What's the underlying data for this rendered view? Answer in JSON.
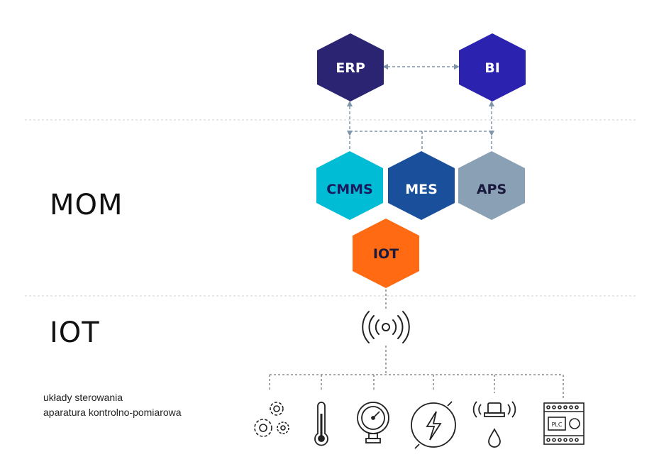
{
  "layers": {
    "mom_label": "MOM",
    "iot_label": "IOT",
    "caption_line1": "układy sterowania",
    "caption_line2": "aparatura kontrolno-pomiarowa"
  },
  "nodes": {
    "erp": {
      "label": "ERP",
      "color": "#2b2472",
      "text_color": "#ffffff"
    },
    "bi": {
      "label": "BI",
      "color": "#2c22b0",
      "text_color": "#ffffff"
    },
    "cmms": {
      "label": "CMMS",
      "color": "#00bcd4",
      "text_color": "#1a1a5e"
    },
    "mes": {
      "label": "MES",
      "color": "#1a4f9c",
      "text_color": "#ffffff"
    },
    "aps": {
      "label": "APS",
      "color": "#8aa0b4",
      "text_color": "#1a1a3e"
    },
    "iot": {
      "label": "IOT",
      "color": "#ff6a13",
      "text_color": "#1a1a3e"
    }
  },
  "devices": {
    "plc_label": "PLC",
    "icons": [
      "gears-icon",
      "thermometer-icon",
      "pressure-gauge-icon",
      "energy-meter-icon",
      "leak-sensor-icon",
      "plc-controller-icon"
    ]
  },
  "colors": {
    "connector": "#7f95aa",
    "divider": "#d0d0d0",
    "device_line": "#777777",
    "icon_stroke": "#222222"
  }
}
